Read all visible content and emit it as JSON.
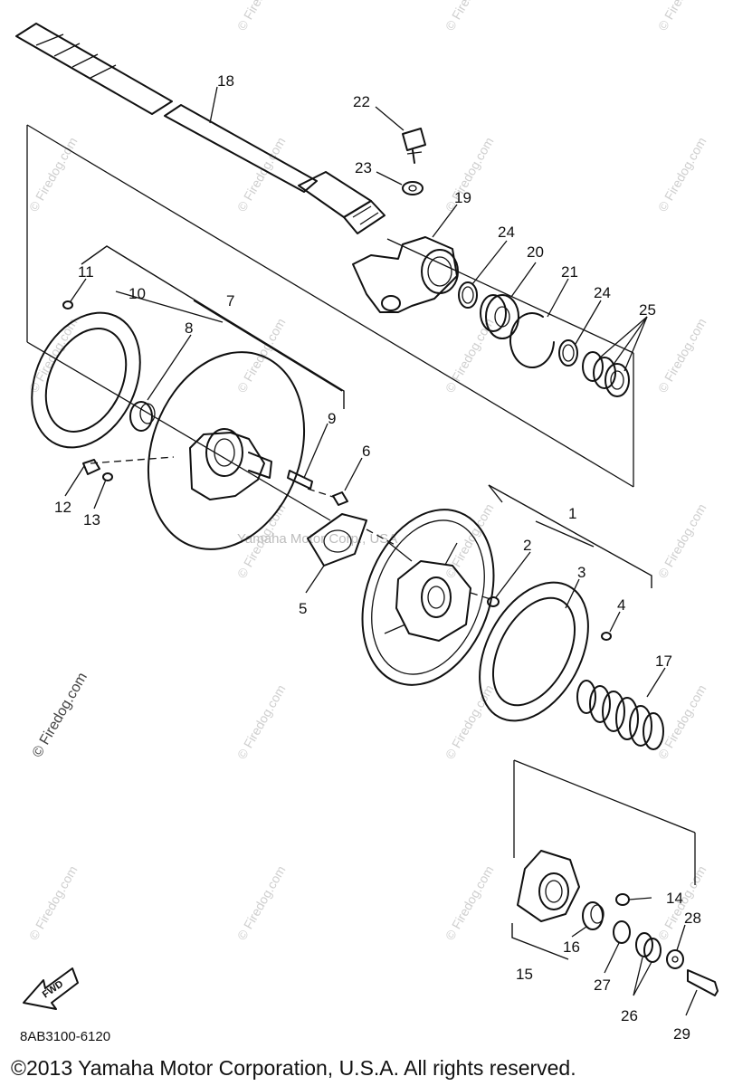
{
  "watermarks": {
    "site": "© Firedog.com",
    "center": "Yamaha Motor Corp., USA",
    "left_vertical": "© Firedog.com"
  },
  "direction_label": "FWD",
  "diagram_code": "8AB3100-6120",
  "copyright": "©2013 Yamaha Motor Corporation, U.S.A. All rights reserved.",
  "callouts": {
    "c1": "1",
    "c2": "2",
    "c3": "3",
    "c4": "4",
    "c5": "5",
    "c6": "6",
    "c7": "7",
    "c8": "8",
    "c9": "9",
    "c10": "10",
    "c11": "11",
    "c12": "12",
    "c13": "13",
    "c14": "14",
    "c15": "15",
    "c16": "16",
    "c17": "17",
    "c18": "18",
    "c19": "19",
    "c20": "20",
    "c21": "21",
    "c22": "22",
    "c23": "23",
    "c24a": "24",
    "c24b": "24",
    "c25": "25",
    "c26": "26",
    "c27": "27",
    "c28": "28",
    "c29": "29"
  }
}
